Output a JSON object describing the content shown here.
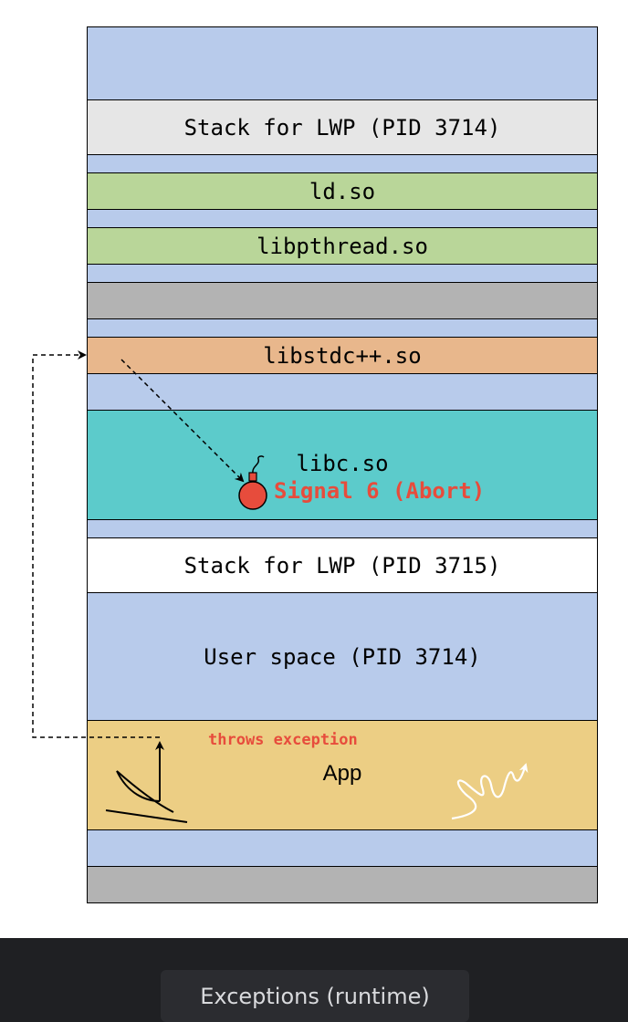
{
  "diagram": {
    "blocks": [
      {
        "label": "",
        "color": "#b8cbeb"
      },
      {
        "label": "Stack for LWP (PID 3714)",
        "color": "#e6e6e6"
      },
      {
        "label": "",
        "color": "#b8cbeb"
      },
      {
        "label": "ld.so",
        "color": "#b9d699"
      },
      {
        "label": "",
        "color": "#b8cbeb"
      },
      {
        "label": "libpthread.so",
        "color": "#b9d699"
      },
      {
        "label": "",
        "color": "#b8cbeb"
      },
      {
        "label": "",
        "color": "#b3b3b3"
      },
      {
        "label": "",
        "color": "#b8cbeb"
      },
      {
        "label": "libstdc++.so",
        "color": "#e8b78c"
      },
      {
        "label": "",
        "color": "#b8cbeb"
      },
      {
        "label": "libc.so",
        "color": "#5ccbcb"
      },
      {
        "label": "",
        "color": "#b8cbeb"
      },
      {
        "label": "Stack for LWP (PID 3715)",
        "color": "#ffffff"
      },
      {
        "label": "User space (PID 3714)",
        "color": "#b8cbeb"
      },
      {
        "label": "App",
        "color": "#ecce84"
      },
      {
        "label": "",
        "color": "#b8cbeb"
      },
      {
        "label": "",
        "color": "#b3b3b3"
      }
    ],
    "signal_label": "Signal 6 (Abort)",
    "throws_label": "throws exception",
    "signal_color": "#e74c3c"
  },
  "footer": {
    "caption": "Exceptions (runtime)"
  }
}
